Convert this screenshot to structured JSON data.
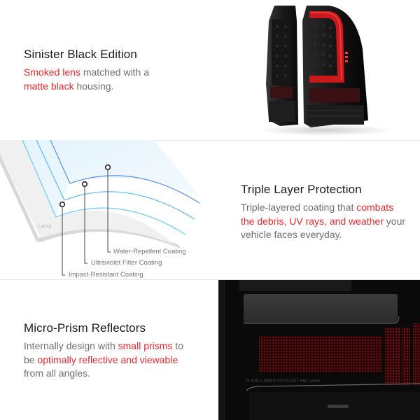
{
  "sections": [
    {
      "title": "Sinister Black Edition",
      "description": [
        {
          "text": "Smoked lens",
          "highlight": true
        },
        {
          "text": " matched with a ",
          "highlight": false
        },
        {
          "text": "matte black",
          "highlight": true
        },
        {
          "text": " housing.",
          "highlight": false
        }
      ],
      "image": "smoked-tail-lights-pair"
    },
    {
      "title": "Triple Layer Protection",
      "description": [
        {
          "text": "Triple-layered coating that ",
          "highlight": false
        },
        {
          "text": "combats the debris, UV rays, and weather",
          "highlight": true
        },
        {
          "text": " your vehicle faces everyday.",
          "highlight": false
        }
      ],
      "diagram": {
        "lens_label": "Lens",
        "callouts": [
          "Water-Repellent Coating",
          "Ultraviolet Filter Coating",
          "Impact-Resistant Coating"
        ]
      }
    },
    {
      "title": "Micro-Prism Reflectors",
      "description": [
        {
          "text": "Internally design with ",
          "highlight": false
        },
        {
          "text": "small prisms",
          "highlight": true
        },
        {
          "text": " to be ",
          "highlight": false
        },
        {
          "text": "optimally reflective and viewable",
          "highlight": true
        },
        {
          "text": " from all angles.",
          "highlight": false
        }
      ],
      "image": "reflector-closeup",
      "image_text": "R   SAE  A I3R6STP2  03  DOT  HW  14556"
    }
  ],
  "colors": {
    "highlight": "#e32a2f",
    "body_text": "#6e6e6e",
    "title_text": "#1a1a1a"
  }
}
